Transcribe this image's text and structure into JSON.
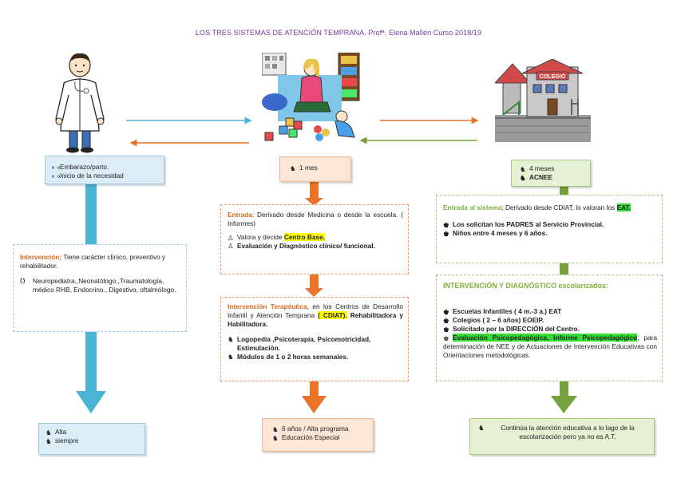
{
  "title": "LOS TRES SISTEMAS DE ATENCIÓN TEMPRANA. Profª. Elena Mallén Curso 2018/19",
  "col1": {
    "top_lines": [
      "Embarazo/parto.",
      "Inicio de la necesidad"
    ],
    "mid_heading": "Intervención;",
    "mid_text": " Tiene carácter clínico, preventivo y rehabilitador.",
    "mid_list": "Neuropediatra.,Neonatólogo.,Traumatología, médico RHB, Endocrino., Digestivo, oftalmólogo.",
    "bottom_lines": [
      "Alta",
      "siempre"
    ]
  },
  "col2": {
    "top_text": "1 mes",
    "box1_heading": "Entrada",
    "box1_text": ": Derivado desde Medicina o desde la escuela. ( Informes)",
    "box1_line1_pre": "Valora y decide ",
    "box1_line1_hl": "Centro Base.",
    "box1_line2": "Evaluación y Diagnóstico clínico/ funcional.",
    "box2_heading": "Intervención Terapéutica",
    "box2_text": ", en los Centros de Desarrollo Infantil y Atención Temprana ",
    "box2_hl": "( CDIAT).",
    "box2_text2": "Rehabilitadora y Habilitadora.",
    "box2_line1": "Logopedia ,Psicoterapia, Psicomotricidad, Estimulación.",
    "box2_line2": "Módulos de 1 o 2 horas semanales.",
    "bottom_lines": [
      "6 años / Alta programa",
      "Educación Especial"
    ]
  },
  "col3": {
    "top_lines": [
      "4 meses",
      "ACNEE"
    ],
    "box1_heading": "Entrada al sistema",
    "box1_text": "; Derivado desde CDIAT, lo valoran los ",
    "box1_hl": "EAT.",
    "box1_line1": "Los solicitan los PADRES al Servicio Provincial.",
    "box1_line2": "Niños entre 4 meses y 6 años.",
    "box2_heading": "INTERVENCIÓN Y DIAGNÓSTICO escolarizados:",
    "box2_line1": "Escuelas Infantiles ( 4 m.-3 a.) EAT",
    "box2_line2": "Colegios ( 2 – 6 años) EOEIP.",
    "box2_line3": "Solicitado por la DIRECCIÓN del Centro.",
    "box2_hl": "Evaluación Psicopedagógica, Informe Psicopedagógico",
    "box2_text": "; para determinación de NEE y de Actuaciones de Intervención Educativas con Orientaciones metodológicas.",
    "bottom_text": "Continúa la atención educativa a lo lago de la escolarización pero ya no es A.T."
  },
  "school_sign": "COLEGIO",
  "colors": {
    "blue": "#4bb3d3",
    "orange": "#e8742a",
    "green": "#77a03a",
    "title": "#6a3d9a"
  },
  "icons": [
    "doctor-illustration",
    "classroom-illustration",
    "school-illustration",
    "child-icon",
    "parents-icon"
  ]
}
